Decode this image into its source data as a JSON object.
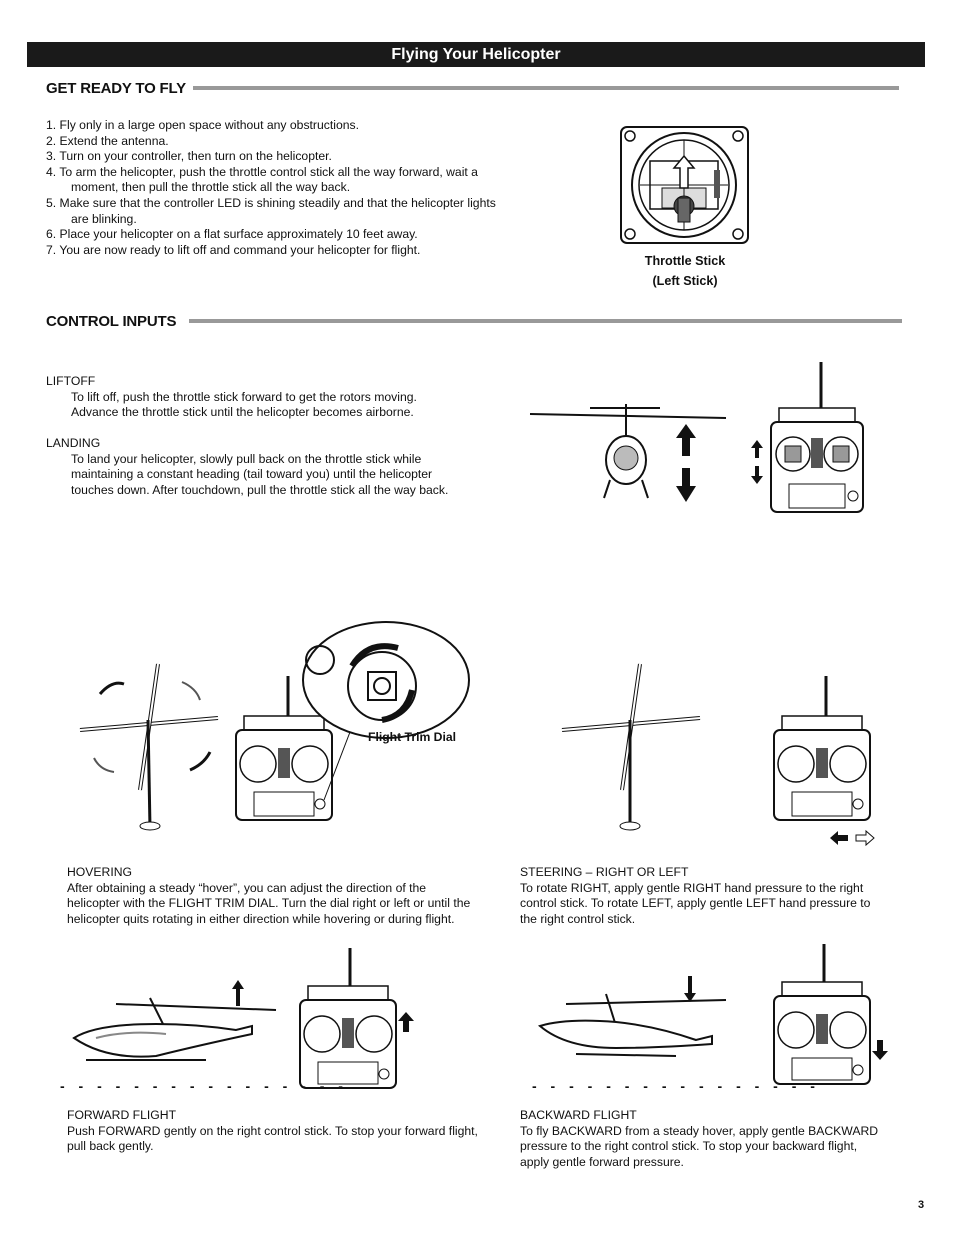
{
  "banner": "Flying Your Helicopter",
  "ready": {
    "heading": "GET READY TO FLY",
    "steps": [
      "1. Fly only in a large open space without any obstructions.",
      "2. Extend the antenna.",
      "3. Turn on your controller, then turn on the helicopter.",
      "4. To arm the helicopter, push the throttle control stick all the way forward, wait a moment, then pull the throttle stick all the way back.",
      "5. Make sure that the controller LED is shining steadily and that the helicopter lights are blinking.",
      "6. Place your helicopter on a flat surface approximately 10 feet away.",
      "7. You are now ready to lift off and command your helicopter for flight."
    ],
    "caption_line1": "Throttle Stick",
    "caption_line2": "(Left Stick)"
  },
  "controls": {
    "heading": "CONTROL INPUTS",
    "liftoff_title": "LIFTOFF",
    "liftoff_line1": "To lift off, push the throttle stick forward to get the rotors moving.",
    "liftoff_line2": "Advance the throttle stick until the helicopter becomes airborne.",
    "landing_title": "LANDING",
    "landing_line1": "To land your helicopter, slowly pull back on the throttle stick while",
    "landing_line2": "maintaining a constant heading (tail toward you) until the helicopter",
    "landing_line3": "touches down. After touchdown, pull the throttle stick all the way back."
  },
  "hover": {
    "dial_label": "Flight Trim Dial",
    "title": "HOVERING",
    "line1": "After obtaining a steady “hover”, you can adjust the direction of the",
    "line2": "helicopter with the FLIGHT TRIM DIAL. Turn the dial right or left or until the",
    "line3": "helicopter quits rotating in either direction while hovering or during flight."
  },
  "steer": {
    "title": "STEERING – RIGHT OR LEFT",
    "line1": "To rotate RIGHT, apply gentle RIGHT hand pressure to the right",
    "line2": "control stick. To rotate LEFT, apply gentle LEFT hand pressure to",
    "line3": "the right control stick."
  },
  "forward": {
    "dashes": "- - - - - - - - - - - - - - - -",
    "title": "FORWARD FLIGHT",
    "line1": "Push FORWARD gently on the right control stick. To stop your forward flight,",
    "line2": "pull back gently."
  },
  "backward": {
    "dashes": "- - - - - - - - - - - - - - - -",
    "title": "BACKWARD FLIGHT",
    "line1": "To fly BACKWARD from a steady hover, apply gentle BACKWARD",
    "line2": "pressure to the right control stick. To stop your backward flight,",
    "line3": "apply gentle forward pressure."
  },
  "page_number": "3"
}
